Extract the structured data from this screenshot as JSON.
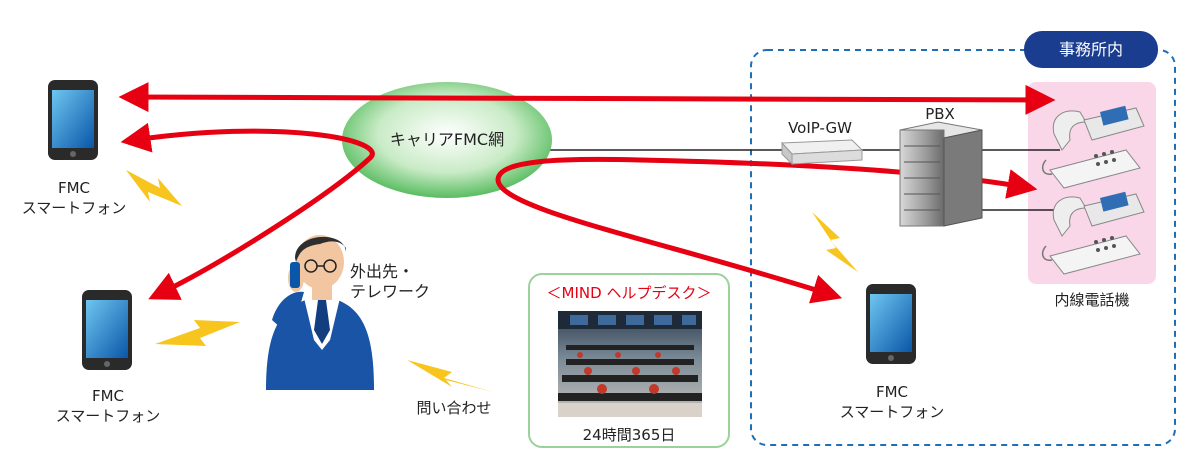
{
  "office": {
    "badge": "事務所内"
  },
  "carrier": {
    "label": "キャリアFMC網"
  },
  "devices": {
    "top_left_phone": {
      "line1": "FMC",
      "line2": "スマートフォン"
    },
    "bottom_left_phone": {
      "line1": "FMC",
      "line2": "スマートフォン"
    },
    "office_phone": {
      "line1": "FMC",
      "line2": "スマートフォン"
    }
  },
  "remote_worker": {
    "line1": "外出先・",
    "line2": "テレワーク"
  },
  "inquiry": {
    "label": "問い合わせ"
  },
  "helpdesk": {
    "title": "＜MIND ヘルプデスク＞",
    "caption": "24時間365日"
  },
  "equipment": {
    "voip_gw": "VoIP-GW",
    "pbx": "PBX",
    "extension_phones": "内線電話機"
  },
  "colors": {
    "arrow_red": "#e60012",
    "badge_navy": "#1b3d8f",
    "dashed_blue": "#1f6fb8",
    "cloud_green": "#3fb24a",
    "helpdesk_border": "#9bd19b",
    "lightning_yellow": "#f7c51e",
    "phone_panel_pink": "#f9d6e8"
  }
}
